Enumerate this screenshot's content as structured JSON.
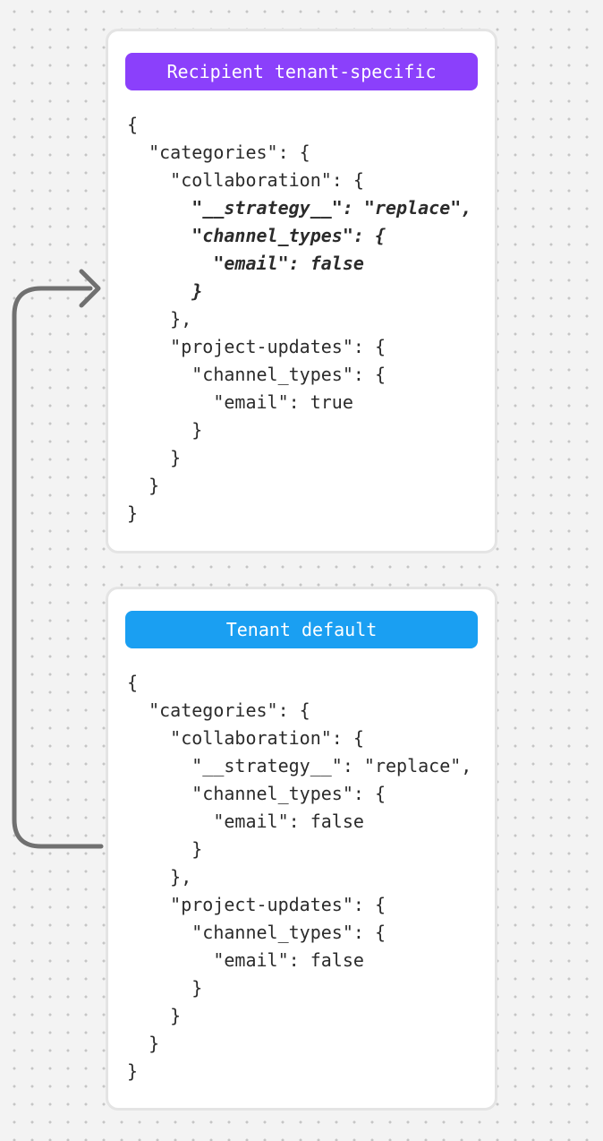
{
  "canvas": {
    "background_color": "#f3f3f3",
    "dot_color": "#c5c5c5"
  },
  "arrow": {
    "description": "curved arrow from tenant-default card pointing into recipient tenant-specific card",
    "color": "#707070"
  },
  "cards": [
    {
      "badge_label": "Recipient tenant-specific",
      "badge_color": "#8b40fb",
      "lines": [
        {
          "text": "{",
          "emphasis": false
        },
        {
          "text": "  \"categories\": {",
          "emphasis": false
        },
        {
          "text": "    \"collaboration\": {",
          "emphasis": false
        },
        {
          "text": "      \"__strategy__\": \"replace\",",
          "emphasis": true
        },
        {
          "text": "      \"channel_types\": {",
          "emphasis": true
        },
        {
          "text": "        \"email\": false",
          "emphasis": true
        },
        {
          "text": "      }",
          "emphasis": true
        },
        {
          "text": "    },",
          "emphasis": false
        },
        {
          "text": "    \"project-updates\": {",
          "emphasis": false
        },
        {
          "text": "      \"channel_types\": {",
          "emphasis": false
        },
        {
          "text": "        \"email\": true",
          "emphasis": false
        },
        {
          "text": "      }",
          "emphasis": false
        },
        {
          "text": "    }",
          "emphasis": false
        },
        {
          "text": "  }",
          "emphasis": false
        },
        {
          "text": "}",
          "emphasis": false
        }
      ]
    },
    {
      "badge_label": "Tenant default",
      "badge_color": "#1a9ff2",
      "lines": [
        {
          "text": "{",
          "emphasis": false
        },
        {
          "text": "  \"categories\": {",
          "emphasis": false
        },
        {
          "text": "    \"collaboration\": {",
          "emphasis": false
        },
        {
          "text": "      \"__strategy__\": \"replace\",",
          "emphasis": false
        },
        {
          "text": "      \"channel_types\": {",
          "emphasis": false
        },
        {
          "text": "        \"email\": false",
          "emphasis": false
        },
        {
          "text": "      }",
          "emphasis": false
        },
        {
          "text": "    },",
          "emphasis": false
        },
        {
          "text": "    \"project-updates\": {",
          "emphasis": false
        },
        {
          "text": "      \"channel_types\": {",
          "emphasis": false
        },
        {
          "text": "        \"email\": false",
          "emphasis": false
        },
        {
          "text": "      }",
          "emphasis": false
        },
        {
          "text": "    }",
          "emphasis": false
        },
        {
          "text": "  }",
          "emphasis": false
        },
        {
          "text": "}",
          "emphasis": false
        }
      ]
    }
  ]
}
